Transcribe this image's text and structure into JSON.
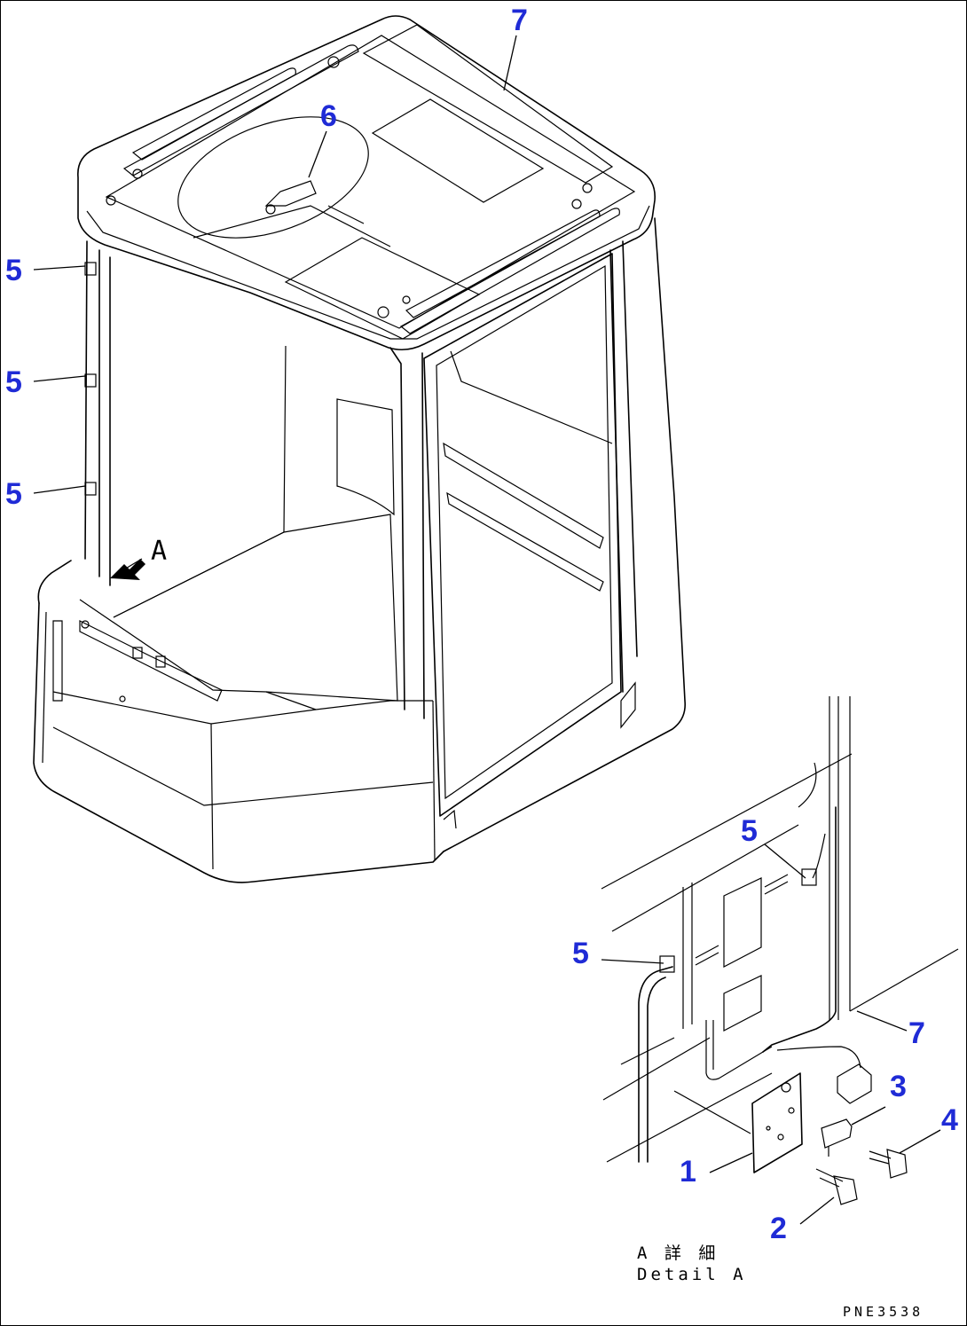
{
  "callouts": {
    "n7_top": "7",
    "n6": "6",
    "n5_a": "5",
    "n5_b": "5",
    "n5_c": "5",
    "n5_d": "5",
    "n5_e": "5",
    "n7_detail": "7",
    "n3": "3",
    "n4": "4",
    "n1": "1",
    "n2": "2"
  },
  "view_marker": "A",
  "detail_caption": {
    "jp": "A 詳 細",
    "en": "Detail A"
  },
  "drawing_code": "PNE3538",
  "colors": {
    "callout": "#1f2bd6",
    "line": "#000000"
  }
}
